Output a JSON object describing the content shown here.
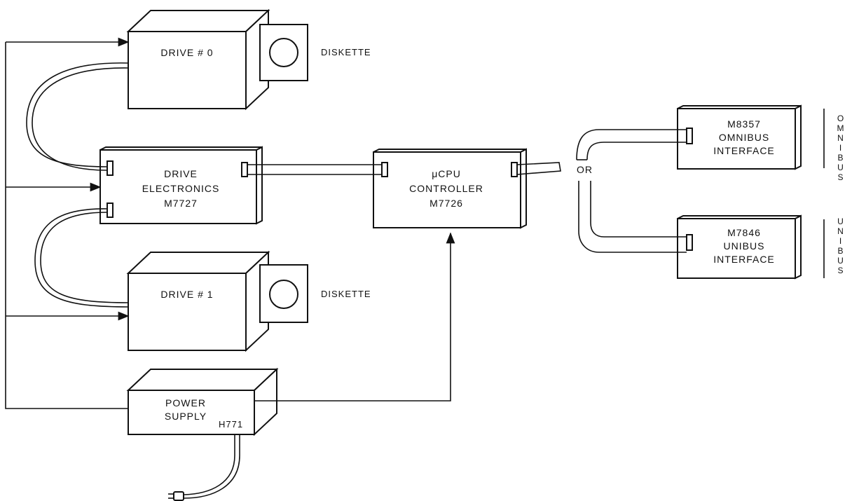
{
  "drive0": {
    "label": "DRIVE # 0",
    "media": "DISKETTE"
  },
  "drive1": {
    "label": "DRIVE # 1",
    "media": "DISKETTE"
  },
  "drive_electronics": {
    "line1": "DRIVE",
    "line2": "ELECTRONICS",
    "line3": "M7727"
  },
  "controller": {
    "line1": "μCPU",
    "line2": "CONTROLLER",
    "line3": "M7726"
  },
  "omnibus_interface": {
    "line1": "M8357",
    "line2": "OMNIBUS",
    "line3": "INTERFACE"
  },
  "unibus_interface": {
    "line1": "M7846",
    "line2": "UNIBUS",
    "line3": "INTERFACE"
  },
  "or_label": "OR",
  "power_supply": {
    "line1": "POWER",
    "line2": "SUPPLY",
    "model": "H771"
  },
  "omnibus_vertical": [
    "O",
    "M",
    "N",
    "I",
    "B",
    "U",
    "S"
  ],
  "unibus_vertical": [
    "U",
    "N",
    "I",
    "B",
    "U",
    "S"
  ]
}
